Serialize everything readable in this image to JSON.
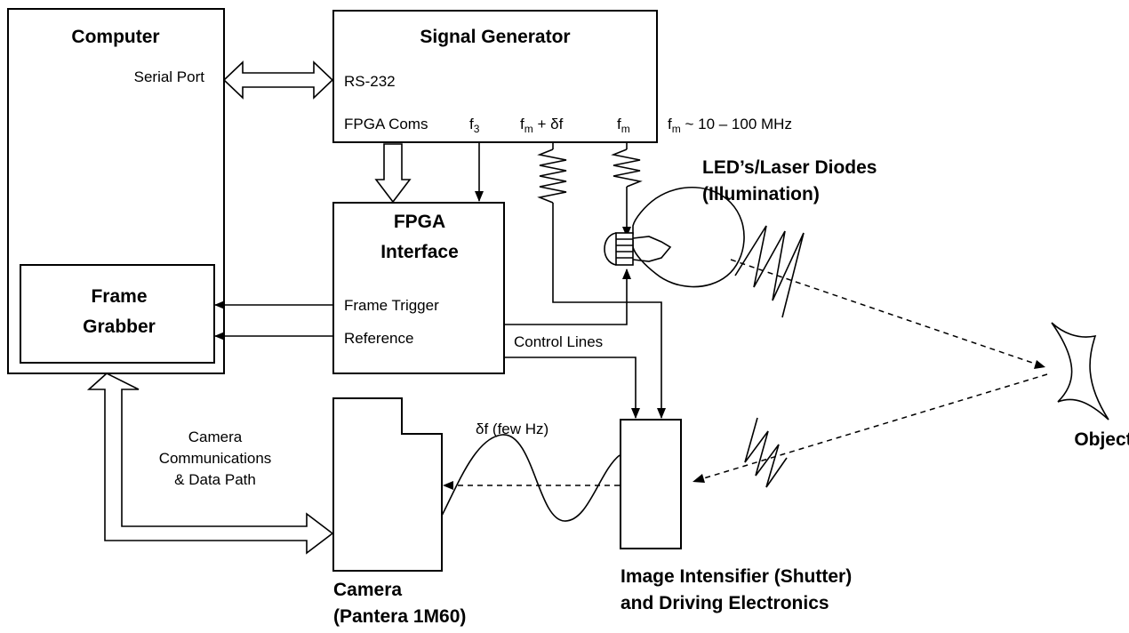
{
  "computer": {
    "title": "Computer",
    "serial_port": "Serial Port"
  },
  "frame_grabber": {
    "line1": "Frame",
    "line2": "Grabber"
  },
  "signal_generator": {
    "title": "Signal Generator",
    "rs232": "RS-232",
    "fpga_coms": "FPGA Coms",
    "f3": "f",
    "f3_sub": "3",
    "fm_delta_main": "f",
    "fm_delta_sub": "m",
    "fm_delta_tail": " + δf",
    "fm_main": "f",
    "fm_sub": "m"
  },
  "fm_range": {
    "main": "f",
    "sub": "m",
    "tail": " ~ 10 – 100 MHz"
  },
  "fpga_interface": {
    "line1": "FPGA",
    "line2": "Interface",
    "frame_trigger": "Frame Trigger",
    "reference": "Reference"
  },
  "control_lines": "Control Lines",
  "illumination": {
    "line1": "LED’s/Laser Diodes",
    "line2": "(Illumination)"
  },
  "object_label": "Object",
  "delta_f_label": "δf (few Hz)",
  "camera_comms": {
    "line1": "Camera",
    "line2": "Communications",
    "line3": "& Data Path"
  },
  "camera": {
    "line1": "Camera",
    "line2": "(Pantera 1M60)"
  },
  "intensifier": {
    "line1": "Image Intensifier (Shutter)",
    "line2": "and Driving Electronics"
  }
}
